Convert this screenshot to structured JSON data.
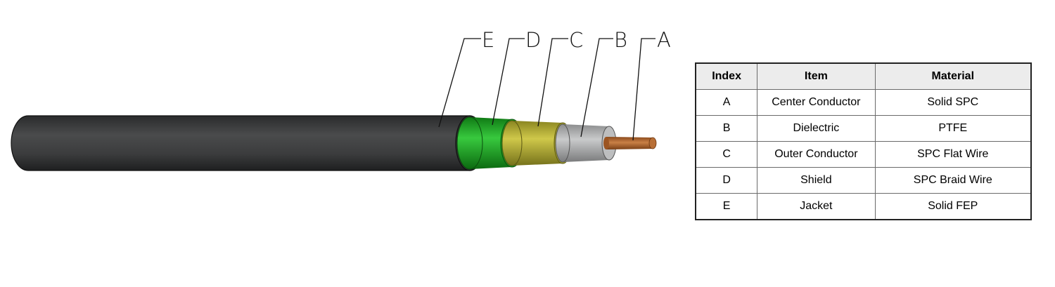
{
  "callouts": [
    "E",
    "D",
    "C",
    "B",
    "A"
  ],
  "table": {
    "headers": [
      "Index",
      "Item",
      "Material"
    ],
    "rows": [
      [
        "A",
        "Center Conductor",
        "Solid SPC"
      ],
      [
        "B",
        "Dielectric",
        "PTFE"
      ],
      [
        "C",
        "Outer Conductor",
        "SPC Flat Wire"
      ],
      [
        "D",
        "Shield",
        "SPC Braid Wire"
      ],
      [
        "E",
        "Jacket",
        "Solid FEP"
      ]
    ]
  },
  "colors": {
    "jacket": "#3d3e3f",
    "shield": "#1fae26",
    "outer_conductor": "#b9b331",
    "dielectric": "#a7a8a9",
    "center_conductor": "#b36a2e"
  }
}
